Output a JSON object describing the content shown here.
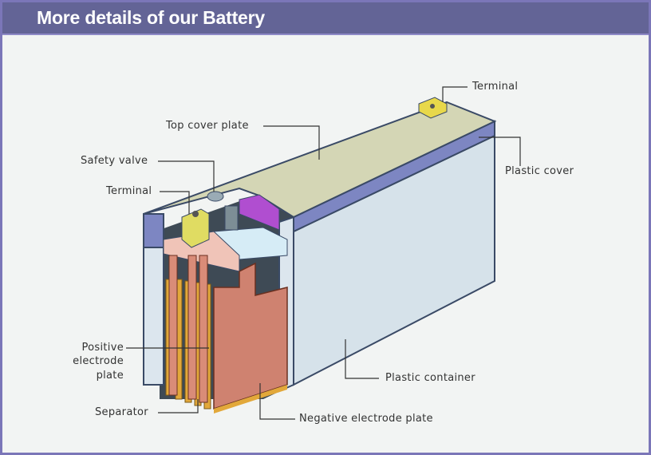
{
  "header": {
    "title": "More details of our Battery"
  },
  "labels": {
    "terminal_top": "Terminal",
    "top_cover_plate": "Top cover plate",
    "plastic_cover": "Plastic cover",
    "safety_valve": "Safety valve",
    "terminal_left": "Terminal",
    "positive_electrode_plate": [
      "Positive",
      "electrode",
      "plate"
    ],
    "separator": "Separator",
    "negative_electrode_plate": "Negative electrode plate",
    "plastic_container": "Plastic container"
  },
  "colors": {
    "header": "#636496",
    "border": "#7b76b8",
    "background": "#f2f4f3"
  }
}
